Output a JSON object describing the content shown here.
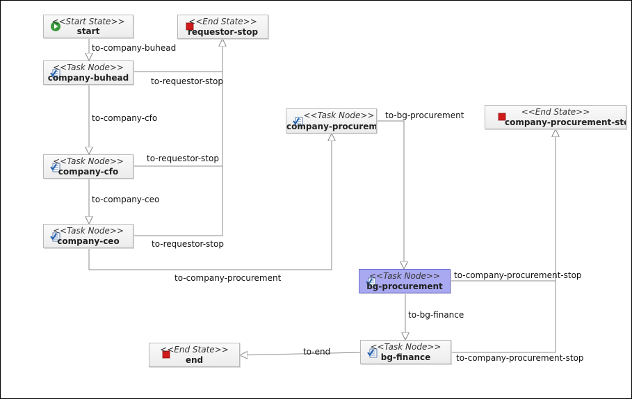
{
  "diagram": {
    "nodes": {
      "start": {
        "stereotype": "<<Start State>>",
        "name": "start",
        "icon": "start-state-icon"
      },
      "requestor_stop": {
        "stereotype": "<<End State>>",
        "name": "requestor-stop",
        "icon": "end-state-icon"
      },
      "company_buhead": {
        "stereotype": "<<Task Node>>",
        "name": "company-buhead",
        "icon": "task-node-icon"
      },
      "company_cfo": {
        "stereotype": "<<Task Node>>",
        "name": "company-cfo",
        "icon": "task-node-icon"
      },
      "company_ceo": {
        "stereotype": "<<Task Node>>",
        "name": "company-ceo",
        "icon": "task-node-icon"
      },
      "company_procurement": {
        "stereotype": "<<Task Node>>",
        "name": "company-procurem",
        "icon": "task-node-icon"
      },
      "company_procurement_stop": {
        "stereotype": "<<End State>>",
        "name": "company-procurement-stop",
        "icon": "end-state-icon"
      },
      "bg_procurement": {
        "stereotype": "<<Task Node>>",
        "name": "bg-procurement",
        "icon": "task-node-icon",
        "selected": true
      },
      "bg_finance": {
        "stereotype": "<<Task Node>>",
        "name": "bg-finance",
        "icon": "task-node-icon"
      },
      "end": {
        "stereotype": "<<End State>>",
        "name": "end",
        "icon": "end-state-icon"
      }
    },
    "transitions": {
      "t1": "to-company-buhead",
      "t2": "to-requestor-stop",
      "t3": "to-company-cfo",
      "t4": "to-requestor-stop",
      "t5": "to-company-ceo",
      "t6": "to-requestor-stop",
      "t7": "to-company-procurement",
      "t8": "to-bg-procurement",
      "t9": "to-company-procurement-stop",
      "t10": "to-bg-finance",
      "t11": "to-end",
      "t12": "to-company-procurement-stop"
    }
  },
  "colors": {
    "edge": "#8c8c8c",
    "start_icon": "#3a9a3a",
    "end_icon": "#d11a1a",
    "task_icon": "#1f5fb0",
    "selected_fill": "#a9a9f1"
  }
}
